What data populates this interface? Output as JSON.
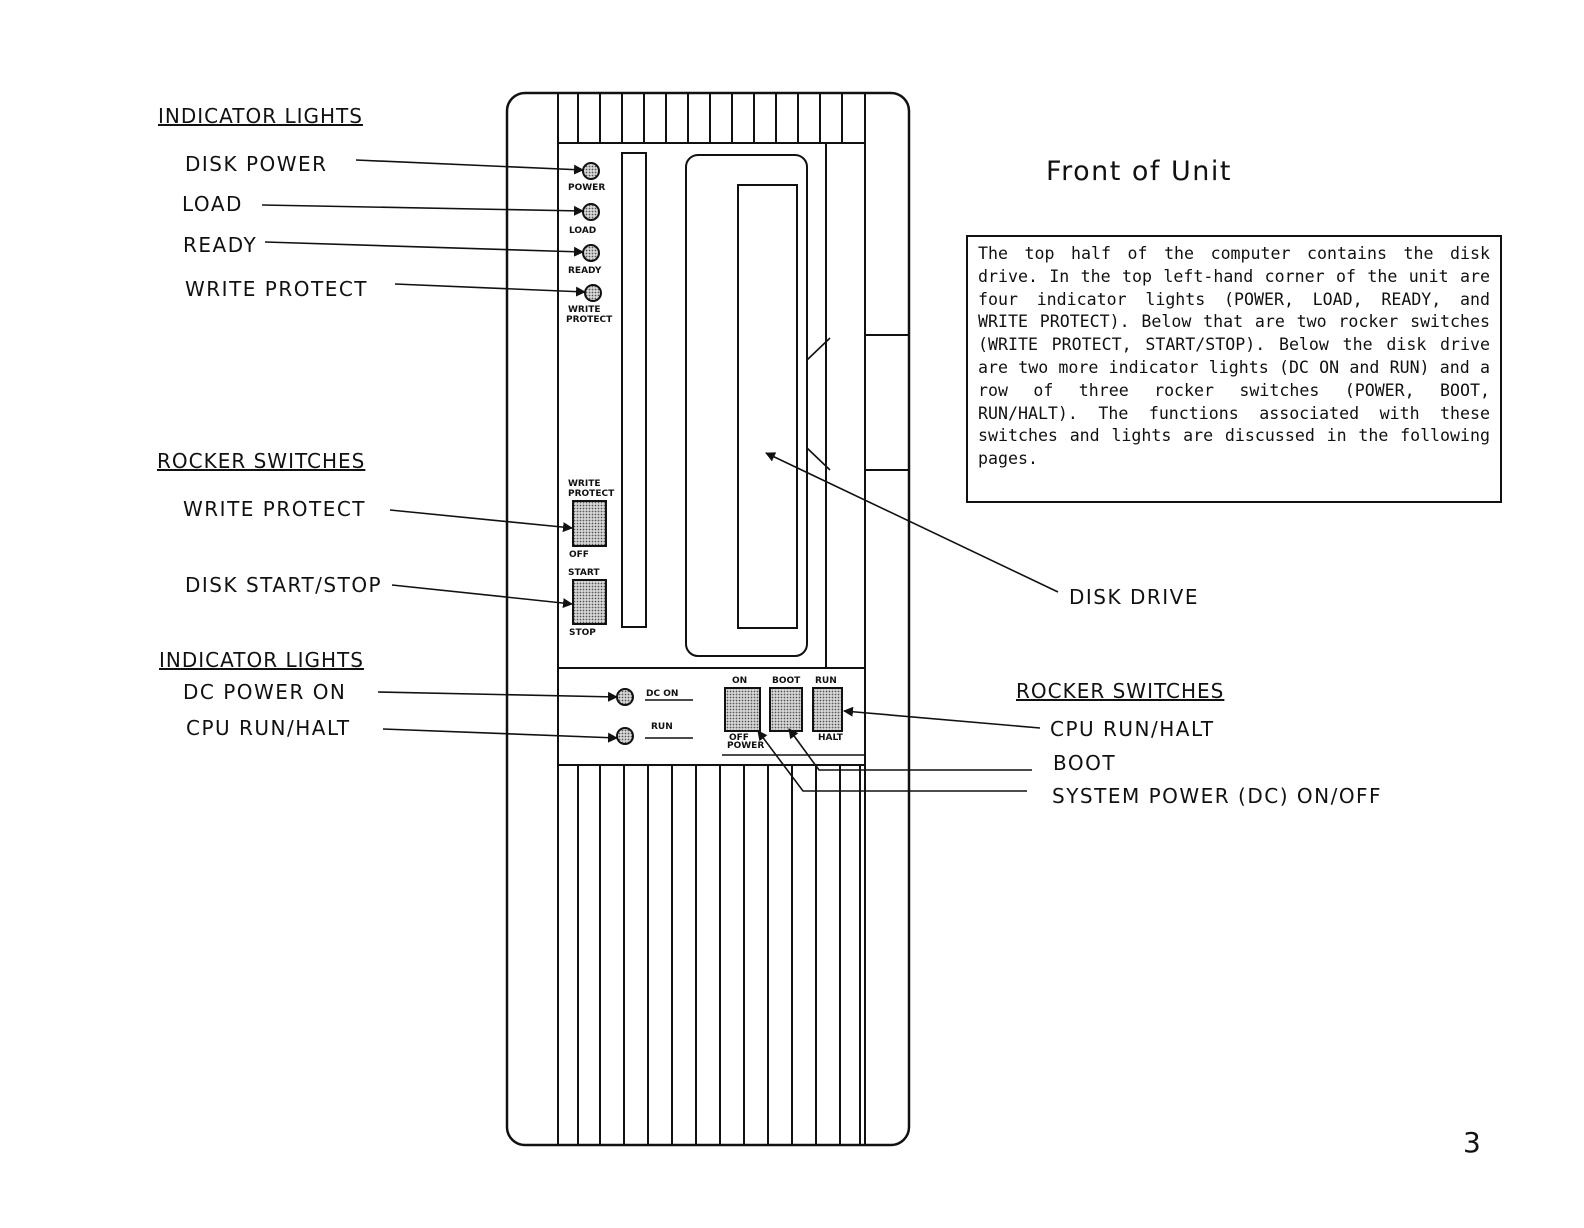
{
  "title": "Front of Unit",
  "description": "The top half of the computer contains the disk drive. In the top left-hand corner of the unit are four indicator lights (POWER, LOAD, READY, and WRITE PROTECT). Below that are two rocker switches (WRITE PROTECT, START/STOP). Below the disk drive are two more indicator lights (DC ON and RUN) and a row of three rocker switches (POWER, BOOT, RUN/HALT). The functions associated with these switches and lights are discussed in the following pages.",
  "page_number": "3",
  "groups": {
    "indicator_lights_top": "INDICATOR LIGHTS",
    "rocker_switches_left": "ROCKER SWITCHES",
    "indicator_lights_bottom": "INDICATOR LIGHTS",
    "rocker_switches_right": "ROCKER SWITCHES"
  },
  "callouts": {
    "disk_power": "DISK POWER",
    "load": "LOAD",
    "ready": "READY",
    "write_protect_light": "WRITE PROTECT",
    "write_protect_switch": "WRITE PROTECT",
    "disk_start_stop": "DISK START/STOP",
    "dc_power_on": "DC POWER ON",
    "cpu_run_halt_light": "CPU RUN/HALT",
    "disk_drive": "DISK DRIVE",
    "cpu_run_halt_switch": "CPU RUN/HALT",
    "boot": "BOOT",
    "system_power": "SYSTEM POWER (DC) ON/OFF"
  },
  "panel_labels": {
    "power": "POWER",
    "load": "LOAD",
    "ready": "READY",
    "write": "WRITE",
    "protect": "PROTECT",
    "wp_switch_top1": "WRITE",
    "wp_switch_top2": "PROTECT",
    "off": "OFF",
    "start": "START",
    "stop": "STOP",
    "dc_on": "DC ON",
    "run": "RUN",
    "on": "ON",
    "boot": "BOOT",
    "run_top": "RUN",
    "off_bottom": "OFF",
    "power_bottom": "POWER",
    "halt": "HALT"
  },
  "colors": {
    "ink": "#111111",
    "switch_fill": "#bdbdbd",
    "lamp_fill": "#9a9a9a"
  }
}
